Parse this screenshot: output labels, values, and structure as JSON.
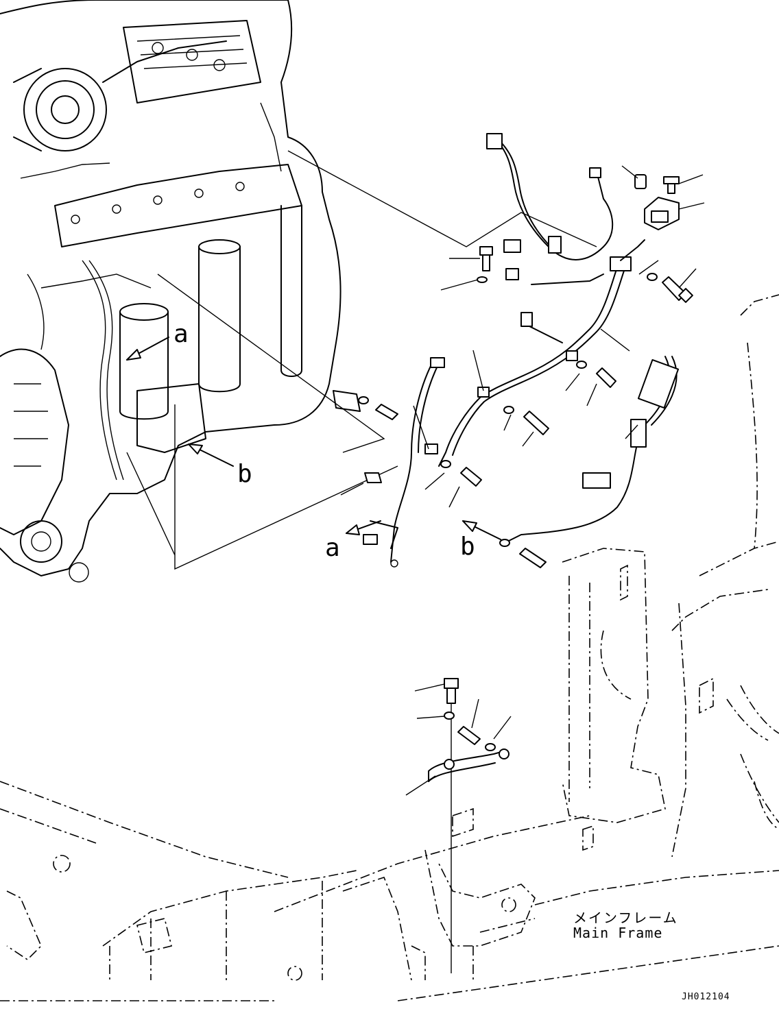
{
  "callouts": {
    "a_upper": "a",
    "b_upper": "b",
    "a_lower": "a",
    "b_lower": "b"
  },
  "frame_label": {
    "japanese": "メインフレーム",
    "english": "Main Frame"
  },
  "drawing_number": "JH012104"
}
